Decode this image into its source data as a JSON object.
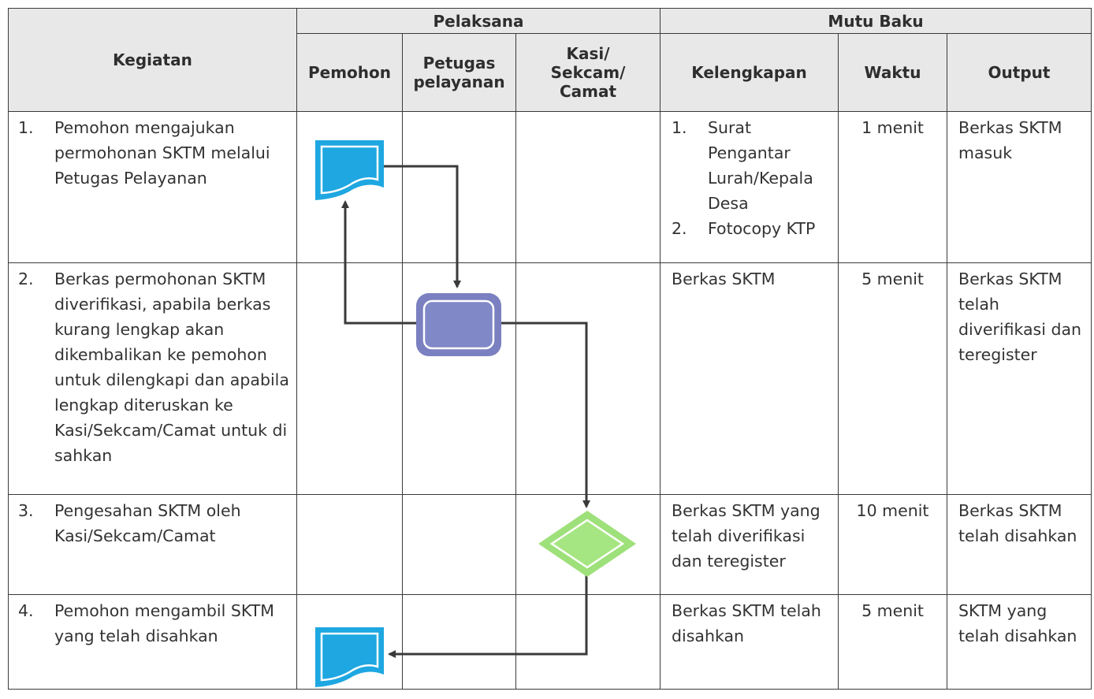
{
  "headers": {
    "kegiatan": "Kegiatan",
    "pelaksana": "Pelaksana",
    "mutu_baku": "Mutu Baku",
    "pemohon": "Pemohon",
    "petugas": [
      "Petugas",
      "pelayanan"
    ],
    "kasi": [
      "Kasi/",
      "Sekcam/",
      "Camat"
    ],
    "kelengkapan": "Kelengkapan",
    "waktu": "Waktu",
    "output": "Output"
  },
  "rows": [
    {
      "num": "1.",
      "kegiatan": "Pemohon mengajukan permohonan SKTM melalui Petugas Pelayanan",
      "kelengkapan": [
        {
          "n": "1.",
          "text": "Surat Pengantar Lurah/Kepala Desa"
        },
        {
          "n": "2.",
          "text": "Fotocopy KTP"
        }
      ],
      "waktu": "1 menit",
      "output": "Berkas SKTM masuk"
    },
    {
      "num": "2.",
      "kegiatan": "Berkas permohonan SKTM diverifikasi, apabila berkas kurang lengkap akan dikembalikan ke pemohon untuk dilengkapi dan apabila lengkap diteruskan ke Kasi/Sekcam/Camat untuk di sahkan",
      "kelengkapan_text": "Berkas SKTM",
      "waktu": "5 menit",
      "output": "Berkas SKTM telah diverifikasi dan teregister"
    },
    {
      "num": "3.",
      "kegiatan": "Pengesahan SKTM oleh Kasi/Sekcam/Camat",
      "kelengkapan_text": "Berkas SKTM yang telah diverifikasi dan teregister",
      "waktu": "10 menit",
      "output": "Berkas SKTM telah disahkan"
    },
    {
      "num": "4.",
      "kegiatan": "Pemohon mengambil SKTM yang telah disahkan",
      "kelengkapan_text": "Berkas SKTM telah disahkan",
      "waktu": "5 menit",
      "output": "SKTM yang telah disahkan"
    }
  ],
  "colors": {
    "document_shape": "#1ea7e1",
    "process_shape": "#7a80c0",
    "decision_shape": "#9ee07a",
    "connector": "#3a3a3a"
  },
  "icons": [
    "document-shape",
    "process-shape",
    "decision-shape",
    "arrow-connector"
  ]
}
